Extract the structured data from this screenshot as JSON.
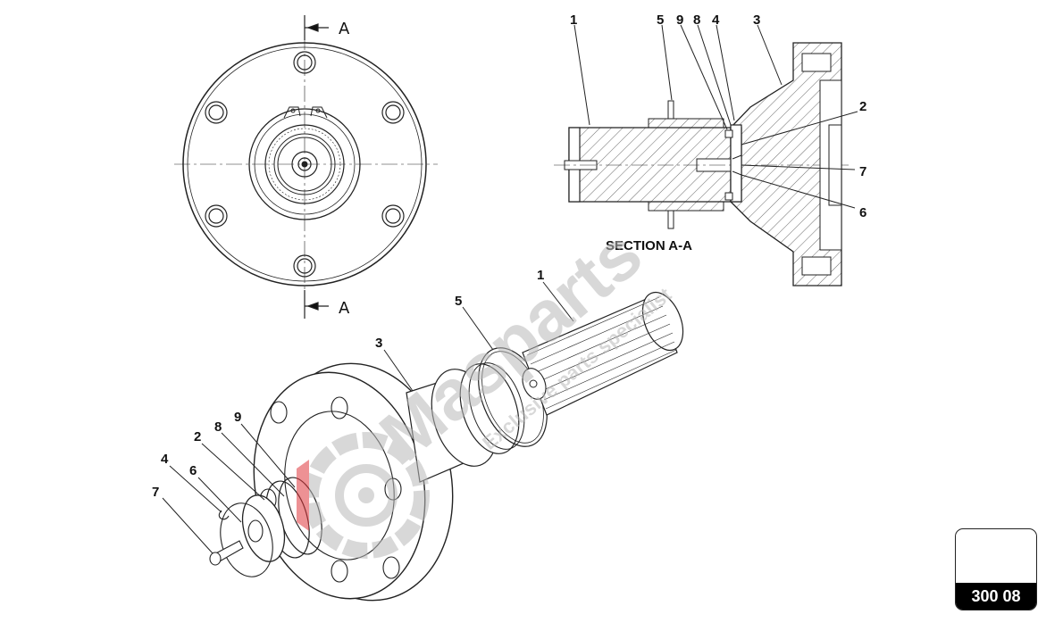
{
  "section_marker": "A",
  "section_title": "SECTION A-A",
  "section_callouts": [
    "1",
    "5",
    "9",
    "8",
    "4",
    "3",
    "2",
    "7",
    "6"
  ],
  "exploded_callouts": [
    "1",
    "5",
    "3",
    "9",
    "8",
    "2",
    "4",
    "6",
    "7"
  ],
  "watermark": {
    "brand": "Masparts",
    "tagline": "Exclusive parts specialist",
    "colors": {
      "brand": "#b9b9b9",
      "accent": "#e0393e"
    }
  },
  "page_code": "300 08"
}
